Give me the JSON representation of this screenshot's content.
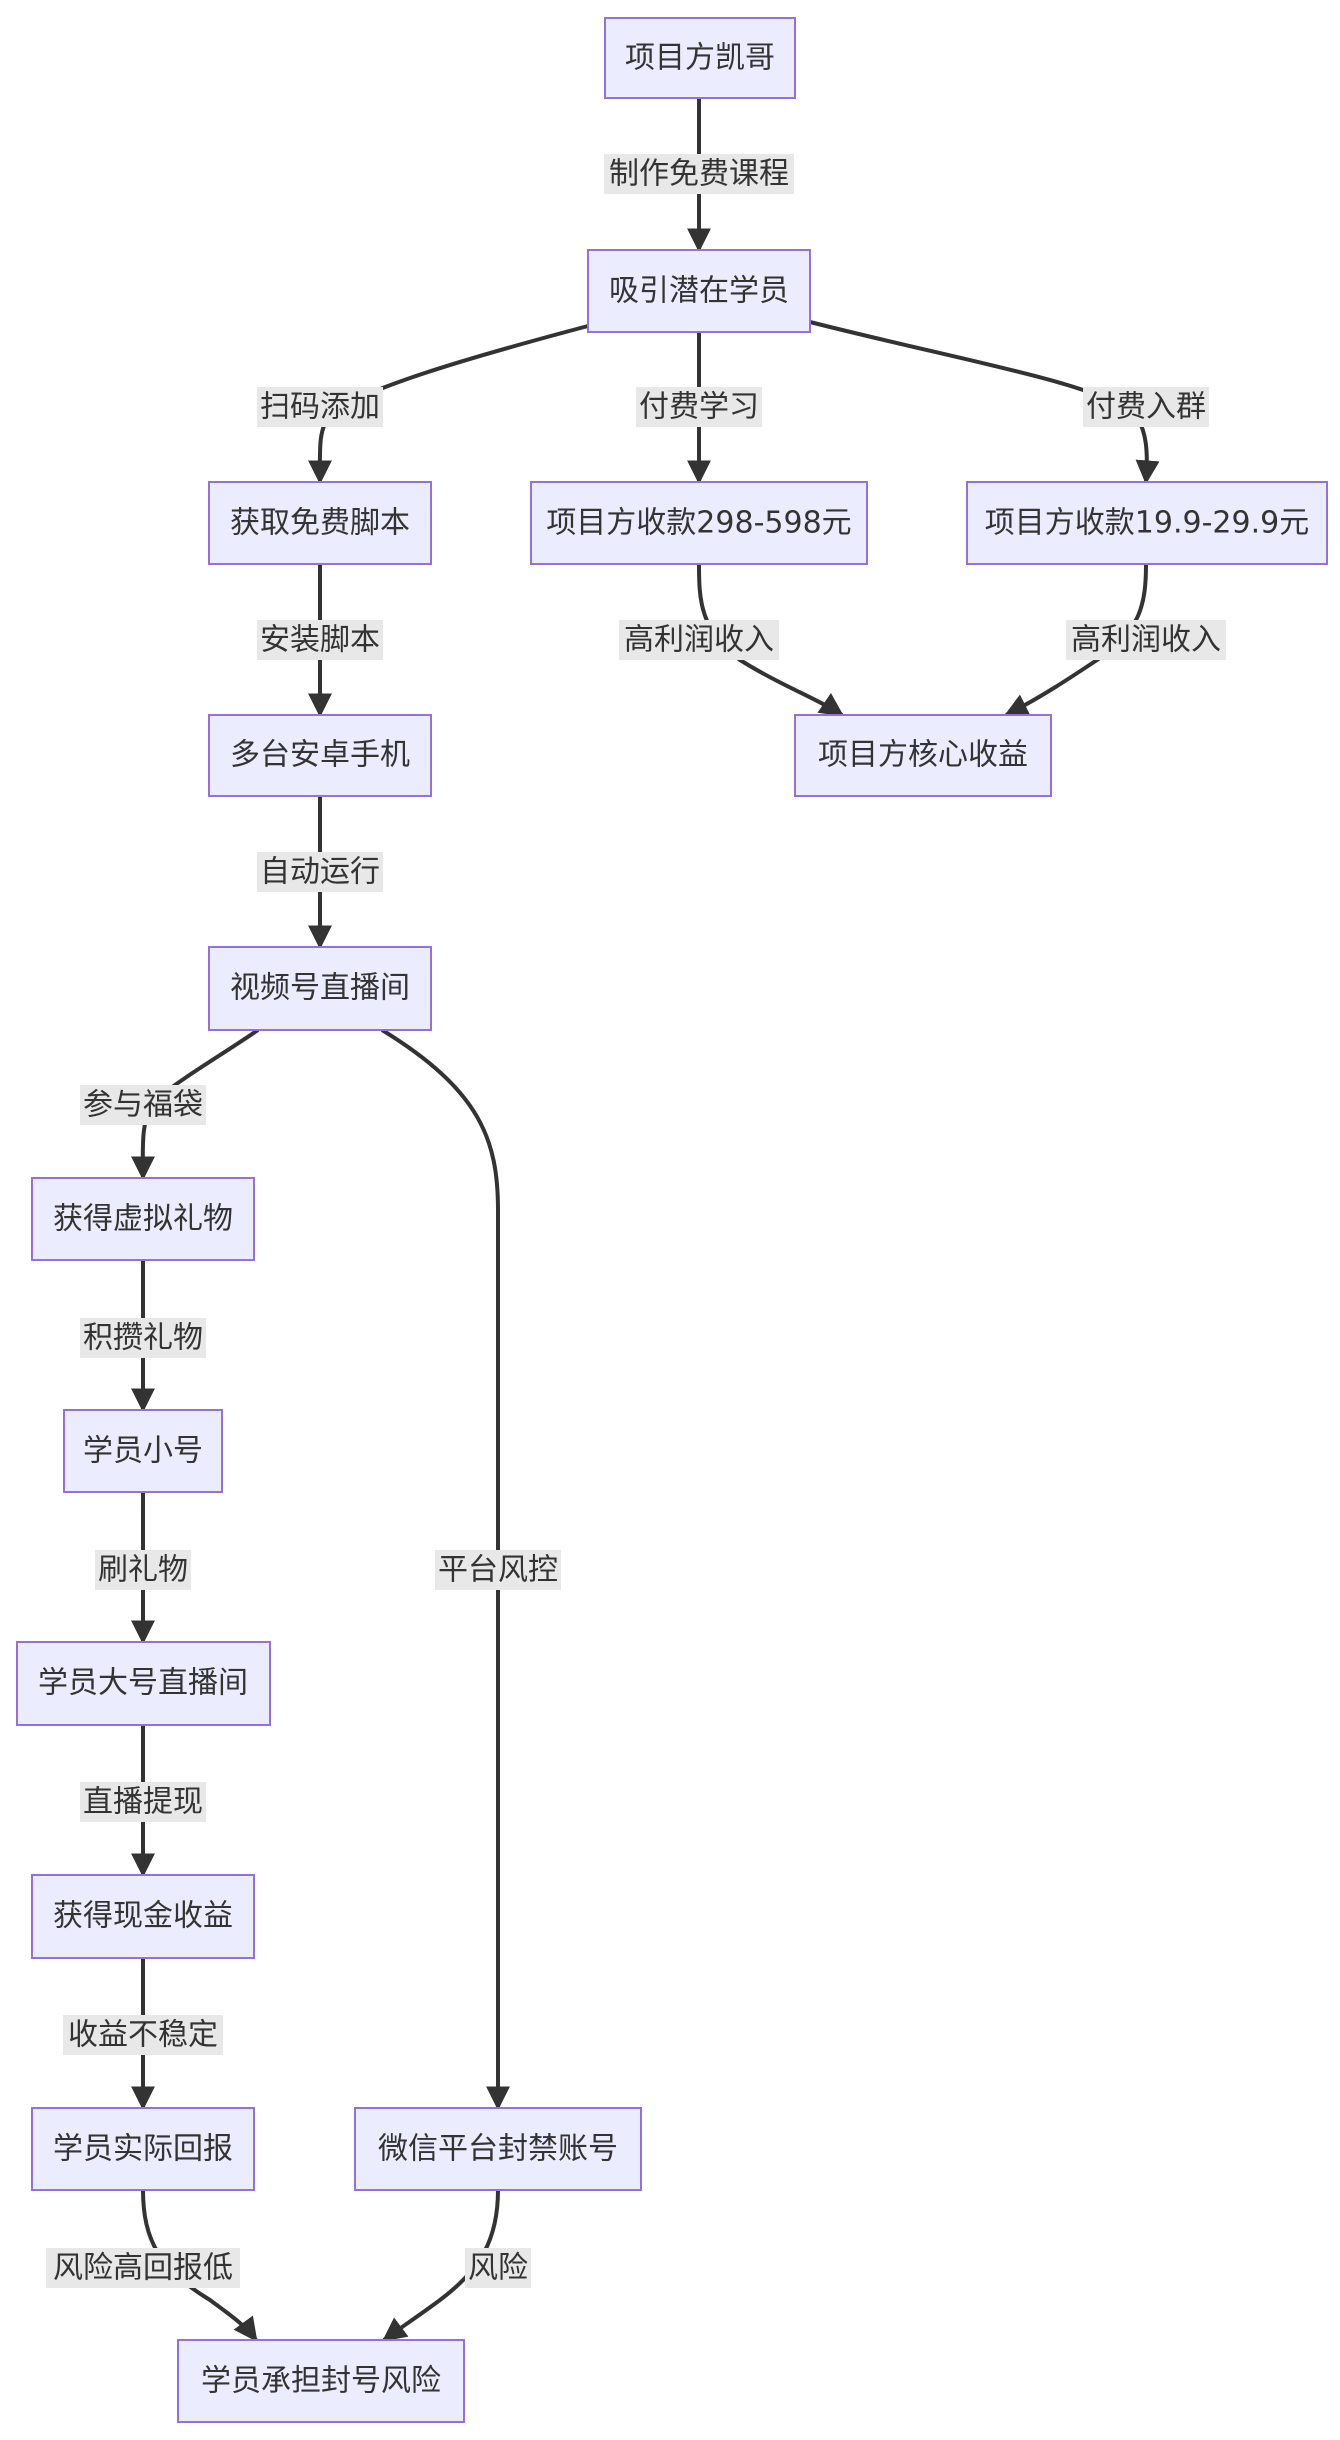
{
  "nodes": {
    "kai": "项目方凯哥",
    "attract": "吸引潜在学员",
    "script": "获取免费脚本",
    "pay298": "项目方收款298-598元",
    "pay19": "项目方收款19.9-29.9元",
    "phones": "多台安卓手机",
    "core": "项目方核心收益",
    "live": "视频号直播间",
    "gift": "获得虚拟礼物",
    "alt": "学员小号",
    "mainlive": "学员大号直播间",
    "cash": "获得现金收益",
    "actual": "学员实际回报",
    "ban": "微信平台封禁账号",
    "risk": "学员承担封号风险"
  },
  "edges": {
    "kai_attract": "制作免费课程",
    "attract_script": "扫码添加",
    "attract_pay298": "付费学习",
    "attract_pay19": "付费入群",
    "script_phones": "安装脚本",
    "pay298_core": "高利润收入",
    "pay19_core": "高利润收入",
    "phones_live": "自动运行",
    "live_gift": "参与福袋",
    "live_ban": "平台风控",
    "gift_alt": "积攒礼物",
    "alt_mainlive": "刷礼物",
    "mainlive_cash": "直播提现",
    "cash_actual": "收益不稳定",
    "actual_risk": "风险高回报低",
    "ban_risk": "风险"
  }
}
